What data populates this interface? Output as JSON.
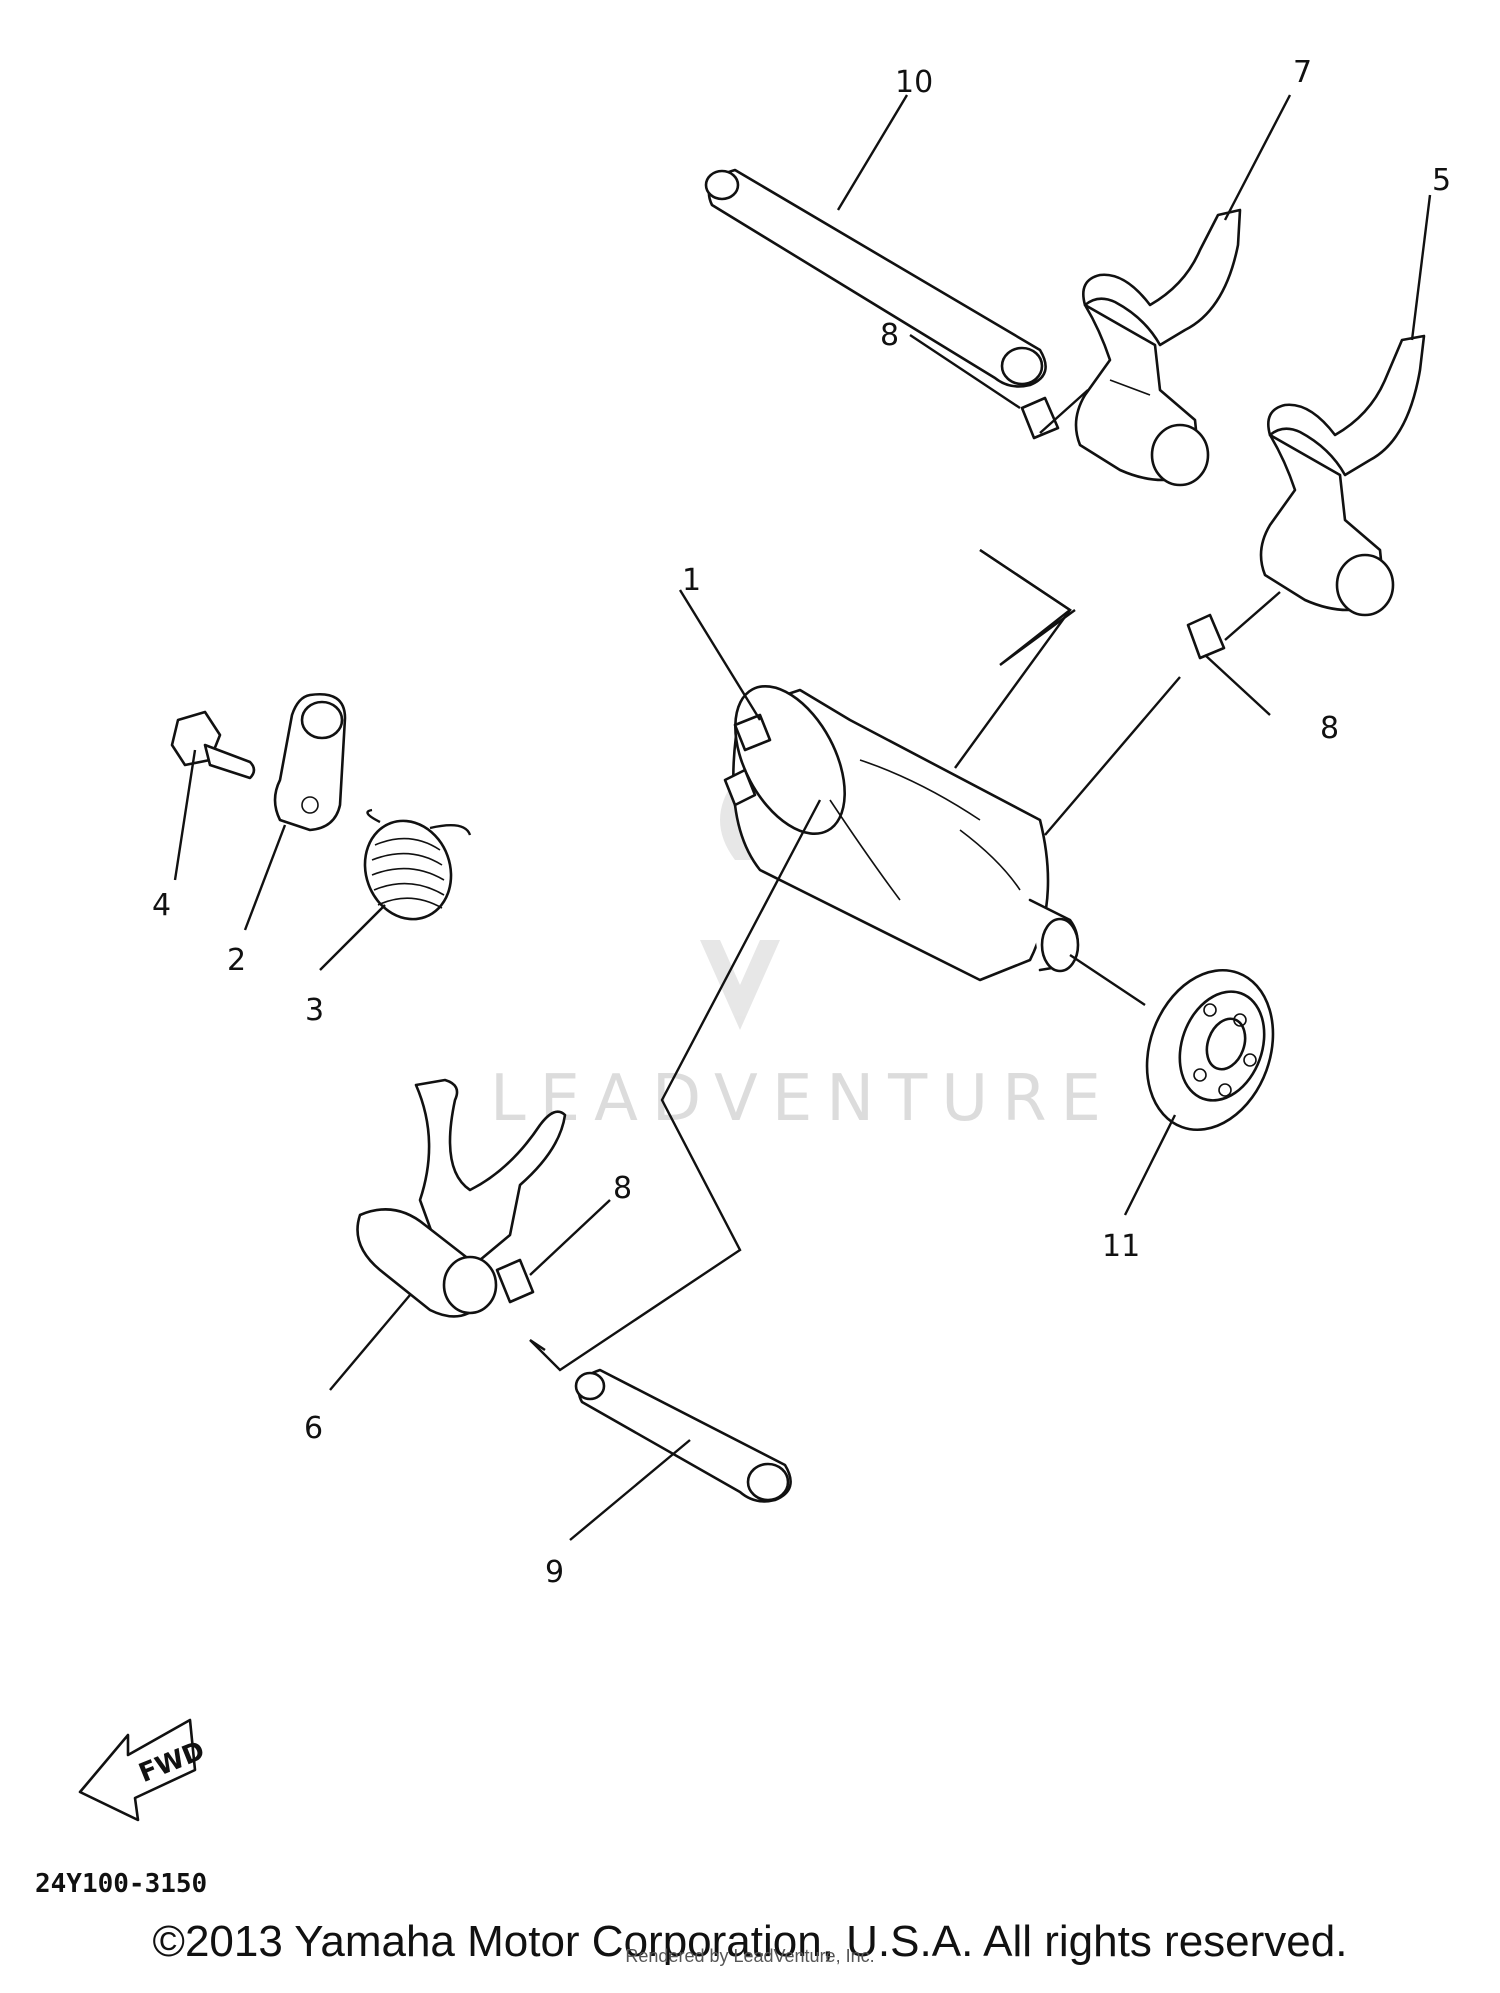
{
  "callouts": {
    "p1": "1",
    "p2": "2",
    "p3": "3",
    "p4": "4",
    "p5": "5",
    "p6": "6",
    "p7": "7",
    "p8a": "8",
    "p8b": "8",
    "p8c": "8",
    "p9": "9",
    "p10": "10",
    "p11": "11"
  },
  "fwd_label": "FWD",
  "diagram_code": "24Y100-3150",
  "watermark": "LEADVENTURE",
  "copyright": "©2013 Yamaha Motor Corporation, U.S.A. All rights reserved.",
  "rendered_by": "Rendered by LeadVenture, Inc."
}
